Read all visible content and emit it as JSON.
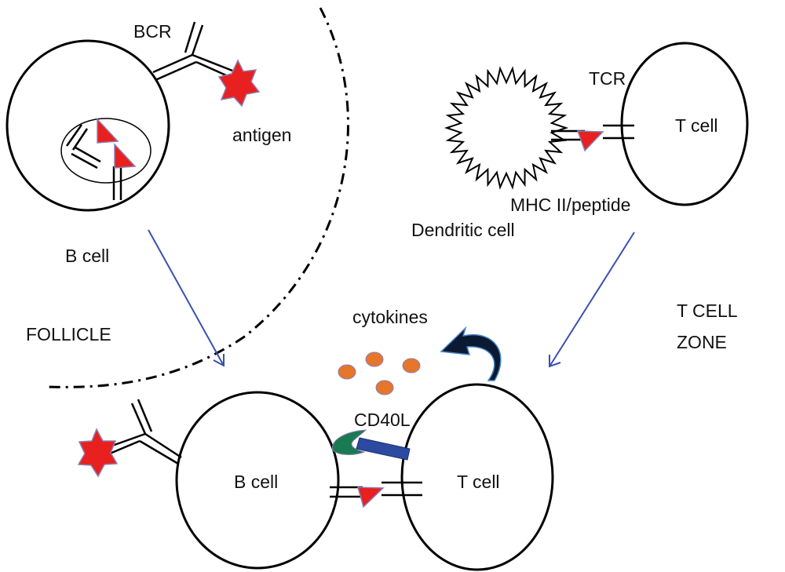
{
  "labels": {
    "bcr": "BCR",
    "antigen": "antigen",
    "b_cell_top": "B cell",
    "follicle": "FOLLICLE",
    "tcr": "TCR",
    "t_cell_top": "T cell",
    "mhc_peptide": "MHC II/peptide",
    "dendritic_cell": "Dendritic cell",
    "t_cell_zone_line1": "T CELL",
    "t_cell_zone_line2": "ZONE",
    "cytokines": "cytokines",
    "cd40l": "CD40L",
    "b_cell_bottom": "B cell",
    "t_cell_bottom": "T cell"
  },
  "colors": {
    "antigen": "#e8201f",
    "peptide": "#e8201f",
    "arrow": "#3a4fb0",
    "cytokine": "#e6762a",
    "cd40": "#1a7a52",
    "cd40l": "#2b4aa0",
    "outline": "#000000"
  },
  "icons": {
    "antigen": "star-icon",
    "dendritic_cell": "spiky-circle-icon",
    "cytokine": "dot-icon"
  }
}
